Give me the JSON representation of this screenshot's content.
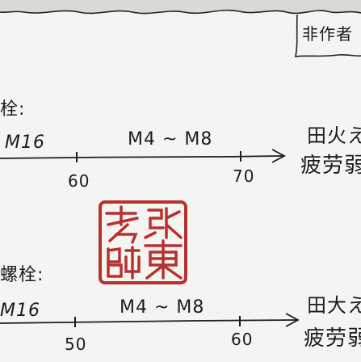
{
  "note_box": {
    "text": "非作者"
  },
  "section1": {
    "heading": "栓:",
    "left_range": "M16",
    "right_range": "M4 ~ M8",
    "ticks": [
      "60",
      "70"
    ],
    "side_line1": "田火え",
    "side_line2": "疲劳弱"
  },
  "section2": {
    "heading": "螺栓:",
    "left_range": "M16",
    "right_range": "M4 ~ M8",
    "ticks": [
      "50",
      "60"
    ],
    "side_line1": "田大え",
    "side_line2": "疲劳弱"
  },
  "seal": {
    "glyphs": "張東老師"
  },
  "colors": {
    "ink": "#1c1c1c",
    "seal_red": "#b8312f",
    "paper": "#f4f4f2"
  }
}
